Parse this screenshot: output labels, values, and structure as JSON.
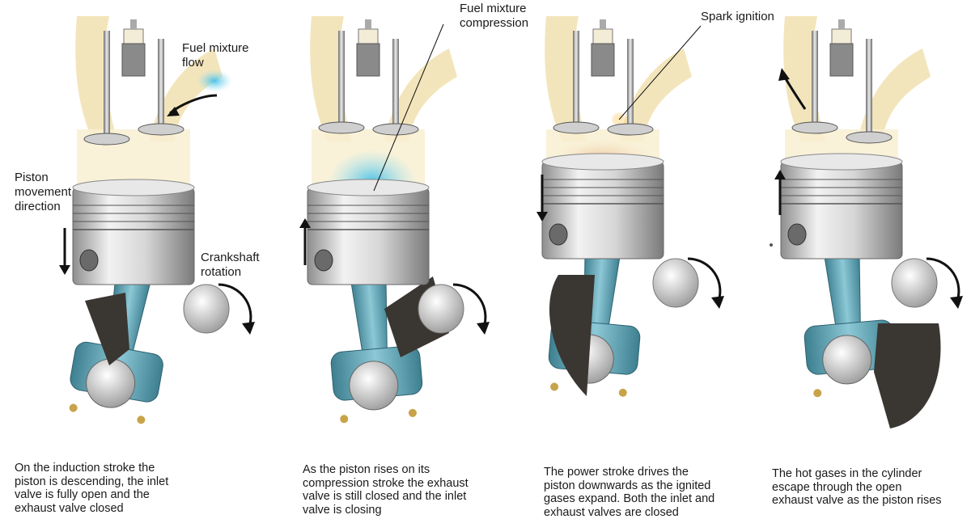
{
  "labels": {
    "fuel_flow": [
      "Fuel mixture",
      "flow"
    ],
    "piston_direction": [
      "Piston",
      "movement",
      "direction"
    ],
    "crankshaft": [
      "Crankshaft",
      "rotation"
    ],
    "compression": [
      "Fuel mixture",
      "compression"
    ],
    "spark": "Spark ignition"
  },
  "captions": [
    [
      "On the induction stroke the",
      "piston is descending, the inlet",
      "valve is fully open and the",
      "exhaust valve closed"
    ],
    [
      "As the piston rises on its",
      "compression stroke the exhaust",
      "valve is still closed and the inlet",
      "valve is closing"
    ],
    [
      "The power stroke drives the",
      "piston downwards as the ignited",
      "gases expand. Both the inlet and",
      "exhaust valves are closed"
    ],
    [
      "The hot gases in the cylinder",
      "escape through the open",
      "exhaust valve as the piston rises"
    ]
  ],
  "colors": {
    "port": "#f2e2b4",
    "cylinder": "#f8f0d2",
    "fuel": "#6cc8e8",
    "rod": "#5aa4b4",
    "crank": "#3a3632",
    "piston": "#d8d8d8"
  }
}
